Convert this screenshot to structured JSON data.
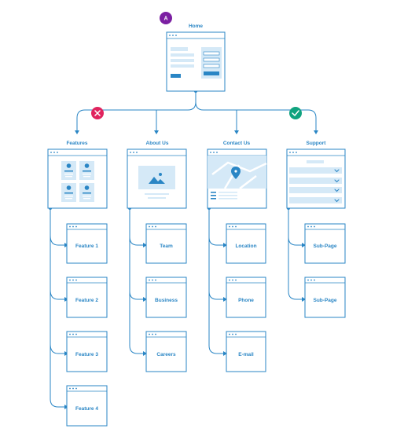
{
  "colors": {
    "line": "#2a86c5",
    "fill_light": "#d5e9f7",
    "fill_mid": "#bcdcf2",
    "badge_user": "#7b1fa2",
    "badge_no": "#e0245e",
    "badge_yes": "#10a37f"
  },
  "user_badge": {
    "letter": "A",
    "icon": "user-avatar"
  },
  "home": {
    "label": "Home"
  },
  "decisions": [
    {
      "icon": "close-icon"
    },
    {
      "icon": "check-icon"
    }
  ],
  "sections": [
    {
      "label": "Features",
      "children": [
        "Feature 1",
        "Feature 2",
        "Feature 3",
        "Feature 4"
      ]
    },
    {
      "label": "About Us",
      "children": [
        "Team",
        "Business",
        "Careers"
      ]
    },
    {
      "label": "Contact Us",
      "children": [
        "Location",
        "Phone",
        "E-mail"
      ]
    },
    {
      "label": "Support",
      "children": [
        "Sub-Page",
        "Sub-Page"
      ]
    }
  ]
}
